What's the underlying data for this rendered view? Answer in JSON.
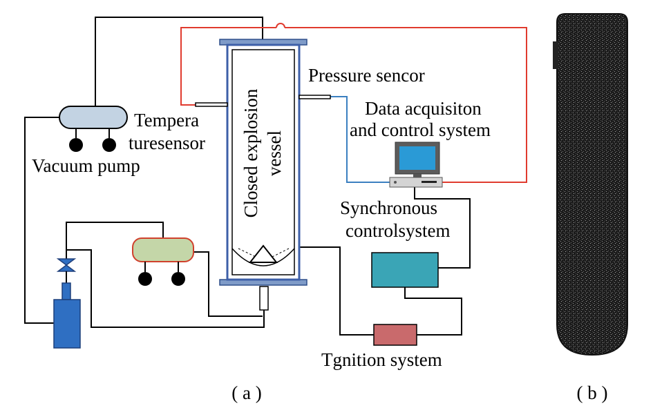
{
  "labels": {
    "pressure_sensor": "Pressure sencor",
    "temperature_sensor_line1": "Tempera",
    "temperature_sensor_line2": "turesensor",
    "vacuum_pump": "Vacuum pump",
    "vessel_line1": "Closed explosion",
    "vessel_line2": "vessel",
    "daq_line1": "Data acquisiton",
    "daq_line2": "and control system",
    "sync_line1": "Synchronous",
    "sync_line2": "controlsystem",
    "ignition": "Tgnition system",
    "panel_a": "( a )",
    "panel_b": "( b )"
  },
  "colors": {
    "line": "#000000",
    "thermo_wire": "#e03a2e",
    "pressure_wire": "#3a7fc0",
    "vessel_wall": "#3d5fa8",
    "vessel_flange": "#7f9bc8",
    "vacuum_tank": "#c3d3e3",
    "gas_tank": "#c4d6a8",
    "gas_tank_border": "#d0402c",
    "cylinder": "#2f6fc2",
    "sync_box": "#3aa5b6",
    "ignition_box": "#c96a6c",
    "photo": "#1c1c1c"
  }
}
